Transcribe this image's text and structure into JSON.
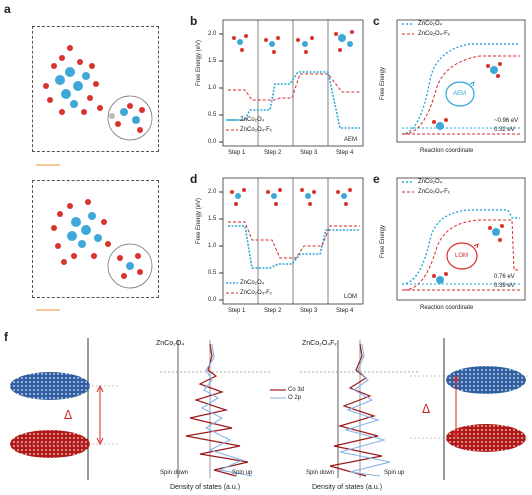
{
  "panel_labels": [
    "a",
    "b",
    "c",
    "d",
    "e",
    "f"
  ],
  "panel_b": {
    "ylabel": "Free Energy (eV)",
    "yticks": [
      "2.0",
      "1.5",
      "1.0",
      "0.5",
      "0.0"
    ],
    "xticks": [
      "Step 1",
      "Step 2",
      "Step 3",
      "Step 4"
    ],
    "legend": [
      "ZnCo₂O₄",
      "ZnCo₂O₄-Fₓ"
    ],
    "tag": "AEM"
  },
  "panel_c": {
    "ylabel": "Free Energy",
    "xlabel": "Reaction coordinate",
    "legend": [
      "ZnCo₂O₄",
      "ZnCo₂O₄-Fₓ"
    ],
    "mechanism": "AEM",
    "values": [
      "~0.96 eV",
      "0.32 eV"
    ]
  },
  "panel_d": {
    "ylabel": "Free Energy (eV)",
    "yticks": [
      "2.0",
      "1.5",
      "1.0",
      "0.5",
      "0.0"
    ],
    "xticks": [
      "Step 1",
      "Step 2",
      "Step 3",
      "Step 4"
    ],
    "legend": [
      "ZnCo₂O₄",
      "ZnCo₂O₄-Fₓ"
    ],
    "tag": "LOM"
  },
  "panel_e": {
    "ylabel": "Free Energy",
    "xlabel": "Reaction coordinate",
    "legend": [
      "ZnCo₂O₄",
      "ZnCo₂O₄-Fₓ"
    ],
    "mechanism": "LOM",
    "values": [
      "0.76 eV",
      "0.39 eV"
    ]
  },
  "panel_f": {
    "title_left": "ZnCo₂O₄",
    "title_right": "ZnCo₂O₄Fₓ",
    "legend": [
      "Co 3d",
      "O 2p"
    ],
    "spin_left": [
      "Spin down",
      "Spin up"
    ],
    "spin_right": [
      "Spin down",
      "Spin up"
    ],
    "xlabel": "Density of states (a.u.)",
    "delta": "Δ"
  },
  "colors": {
    "blue": "#2aa7d8",
    "red": "#d62a2a",
    "darkred": "#9b1b1b",
    "lightblue": "#8ab4e8",
    "o_atom": "#d8342c",
    "co_atom": "#3fa8d8"
  }
}
